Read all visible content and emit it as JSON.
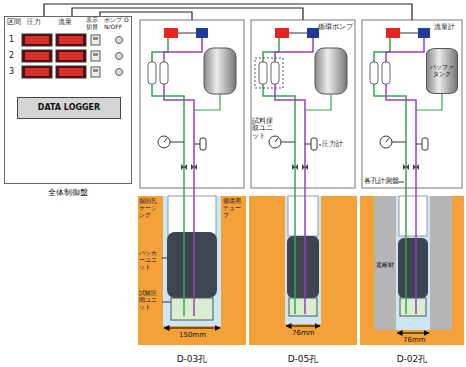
{
  "diagram": {
    "nodes": [
      {
        "text": [
          "全体制御盤"
        ]
      },
      {
        "text": [
          "DATA LOGGER"
        ],
        "in": 0
      },
      {
        "text": [
          "D-03孔"
        ]
      },
      {
        "text": [
          "D-05孔"
        ]
      },
      {
        "text": [
          "D-02孔"
        ]
      },
      {
        "text": [
          "バッファタンク"
        ],
        "in": 4
      }
    ],
    "edges": [
      {
        "from": 0,
        "to": 2,
        "arrow": "none"
      },
      {
        "from": 0,
        "to": 3,
        "arrow": "none"
      },
      {
        "from": 0,
        "to": 4,
        "arrow": "none"
      }
    ],
    "labels": [
      "区間",
      "圧力",
      "流量",
      "表示 切替",
      "ポンプ ON/OFF",
      "1",
      "2",
      "3",
      "循環ポンプ",
      "流量計",
      "試料採取ユニット",
      "圧力計",
      "各孔計測盤",
      "掘削孔ケーシング",
      "循環用チューブ",
      "パッカーユニット",
      "試験区間ユニット",
      "遮断材",
      "150mm",
      "76mm",
      "76mm"
    ]
  }
}
